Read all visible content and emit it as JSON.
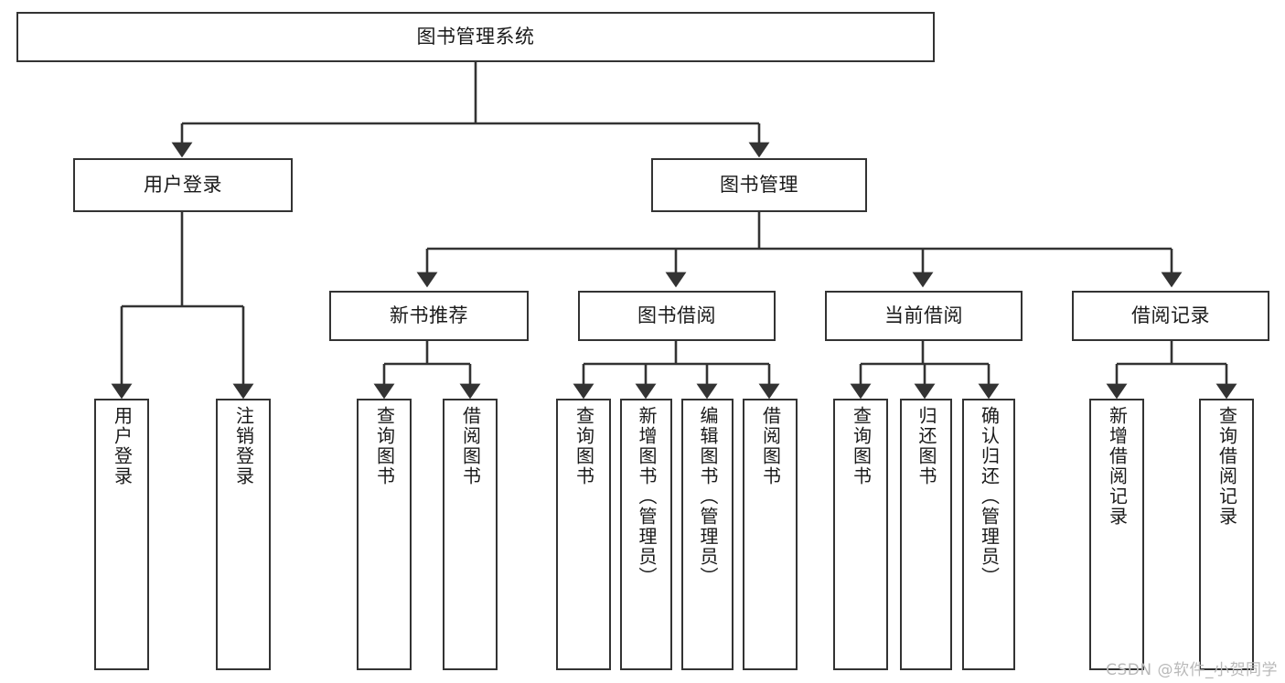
{
  "diagram": {
    "title": "图书管理系统",
    "type": "tree",
    "root": {
      "label": "图书管理系统"
    },
    "level2": [
      {
        "label": "用户登录"
      },
      {
        "label": "图书管理"
      }
    ],
    "level3": [
      {
        "label": "新书推荐"
      },
      {
        "label": "图书借阅"
      },
      {
        "label": "当前借阅"
      },
      {
        "label": "借阅记录"
      }
    ],
    "leaves": {
      "user_login": [
        {
          "label": "用户登录"
        },
        {
          "label": "注销登录"
        }
      ],
      "new_book_recommend": [
        {
          "label": "查询图书"
        },
        {
          "label": "借阅图书"
        }
      ],
      "book_borrow": [
        {
          "label": "查询图书"
        },
        {
          "label": "新增图书（管理员）"
        },
        {
          "label": "编辑图书（管理员）"
        },
        {
          "label": "借阅图书"
        }
      ],
      "current_borrow": [
        {
          "label": "查询图书"
        },
        {
          "label": "归还图书"
        },
        {
          "label": "确认归还（管理员）"
        }
      ],
      "borrow_record": [
        {
          "label": "新增借阅记录"
        },
        {
          "label": "查询借阅记录"
        }
      ]
    }
  },
  "watermark": {
    "text": "CSDN @软件_小贺同学"
  },
  "colors": {
    "stroke": "#333333",
    "background": "#ffffff",
    "text": "#1a1a1a",
    "watermark": "#b9b9b9"
  }
}
